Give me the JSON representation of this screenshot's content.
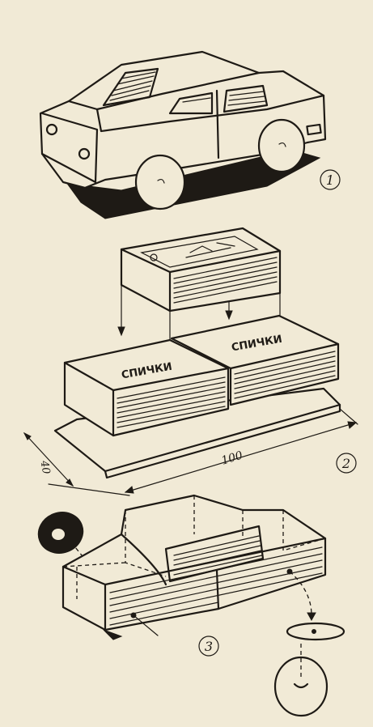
{
  "figure": {
    "steps": [
      {
        "id": "1",
        "label": "1"
      },
      {
        "id": "2",
        "label": "2"
      },
      {
        "id": "3",
        "label": "3"
      }
    ],
    "matchbox_label_left": "СПИЧКИ",
    "matchbox_label_right": "СПИЧКИ",
    "dimension_length": "100",
    "dimension_width": "40"
  }
}
